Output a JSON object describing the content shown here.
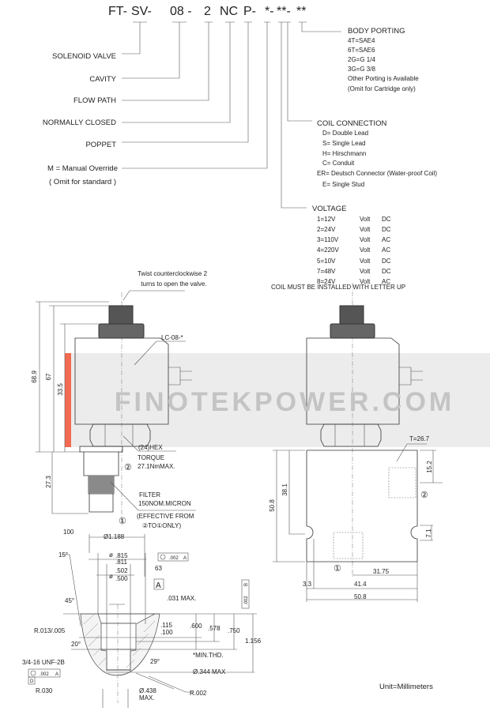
{
  "model_code": {
    "full": "FT-SV-  08 - 2  NC  P-*-**-**",
    "segments": [
      "FT-",
      "SV-",
      "08 -",
      "2",
      "NC",
      "P-",
      "*-",
      "**-",
      "**"
    ]
  },
  "code_labels": {
    "solenoid_valve": "SOLENOID VALVE",
    "cavity": "CAVITY",
    "flow_path": "FLOW PATH",
    "normally_closed": "NORMALLY CLOSED",
    "poppet": "POPPET",
    "manual_override": "M = Manual Override",
    "omit_standard": "( Omit for standard )"
  },
  "body_porting": {
    "title": "BODY PORTING",
    "items": [
      "4T=SAE4",
      "6T=SAE6",
      "2G=G 1/4",
      "3G=G 3/8",
      "Other Porting is Available",
      "(Omit for Cartridge only)"
    ]
  },
  "coil_connection": {
    "title": "COIL CONNECTION",
    "items": [
      "D= Double Lead",
      "S= Single Lead",
      "H= Hirschmann",
      "C= Conduit",
      "ER= Deutsch Connector (Water-proof Coil)",
      "E= Single Stud"
    ]
  },
  "voltage": {
    "title": "VOLTAGE",
    "rows": [
      {
        "code": "1=12V",
        "unit": "Volt",
        "type": "DC"
      },
      {
        "code": "2=24V",
        "unit": "Volt",
        "type": "DC"
      },
      {
        "code": "3=110V",
        "unit": "Volt",
        "type": "AC"
      },
      {
        "code": "4=220V",
        "unit": "Volt",
        "type": "AC"
      },
      {
        "code": "5=10V",
        "unit": "Volt",
        "type": "DC"
      },
      {
        "code": "7=48V",
        "unit": "Volt",
        "type": "DC"
      },
      {
        "code": "8=24V",
        "unit": "Volt",
        "type": "AC"
      }
    ]
  },
  "side_view": {
    "twist_note_1": "Twist counterclockwise 2",
    "twist_note_2": "turns to open the valve.",
    "coil_label": "LC-08-*",
    "dim_68_9": "68.9",
    "dim_67": "67",
    "dim_33_5": "33.5",
    "dim_27_3": "27.3",
    "hex": "(24)HEX",
    "torque_1": "TORQUE",
    "torque_2": "27.1NmMAX.",
    "port_2": "②",
    "port_1": "①",
    "filter_1": "FILTER",
    "filter_2": "150NOM.MICRON",
    "filter_3": "(EFFECTIVE FROM",
    "filter_4": "②TO①ONLY)"
  },
  "block_view": {
    "coil_note": "COIL MUST BE INSTALLED WITH LETTER UP",
    "thickness": "T=26.7",
    "dim_15_2": "15.2",
    "dim_7_1": "7.1",
    "dim_50_8_v": "50.8",
    "dim_38_1": "38.1",
    "dim_3_3": "3.3",
    "dim_41_4": "41.4",
    "dim_31_75": "31.75",
    "dim_50_8_h": "50.8",
    "port_1": "①",
    "port_2": "②"
  },
  "cavity_view": {
    "d_1188": "Ø1.188",
    "r100": "100",
    "a15": "15°",
    "d_815": ".815",
    "d_811": ".811",
    "d_502": ".502",
    "d_500": ".500",
    "dia": "ø",
    "tol_002": ".002",
    "datum_a": "A",
    "datum_b": "B",
    "datum_d": "D",
    "r63": "63",
    "a45": "45°",
    "max031": ".031 MAX.",
    "r013": "R.013/.005",
    "d115": ".115",
    "d100": ".100",
    "d600": ".600",
    "d578": ".578",
    "d750": ".750",
    "d1156": "1.156",
    "a20": "20°",
    "thread": "3/4-16 UNF-2B",
    "minthd": "*MIN.THD.",
    "a29": "29°",
    "d344": "Ø.344 MAX",
    "r030": "R.030",
    "d438": "Ø.438",
    "max": "MAX.",
    "r002": "R.002"
  },
  "watermark": "FINOTEKPOWER.COM",
  "unit_note": "Unit=Millimeters",
  "colors": {
    "accent_bar": "#f26a50",
    "watermark_band": "#ececec",
    "watermark_text": "#c4c4c4"
  }
}
